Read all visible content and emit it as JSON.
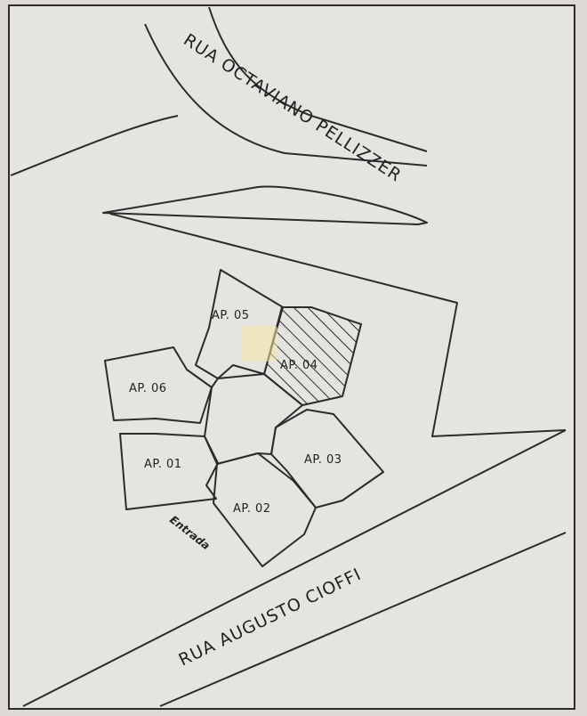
{
  "streets": {
    "north": "RUA OCTAVIANO PELLIZZER",
    "south": "RUA AUGUSTO CIOFFI"
  },
  "units": [
    {
      "label": "AP. 01",
      "highlighted": false
    },
    {
      "label": "AP. 02",
      "highlighted": false
    },
    {
      "label": "AP. 03",
      "highlighted": false
    },
    {
      "label": "AP. 04",
      "highlighted": true
    },
    {
      "label": "AP. 05",
      "highlighted": false
    },
    {
      "label": "AP. 06",
      "highlighted": false
    }
  ],
  "entrance_label": "Entrada",
  "colors": {
    "paper": "#e6e4e1",
    "ink": "#2b2b2b",
    "watermark": "#f2e7a8"
  },
  "watermark_icon": "logo-watermark"
}
